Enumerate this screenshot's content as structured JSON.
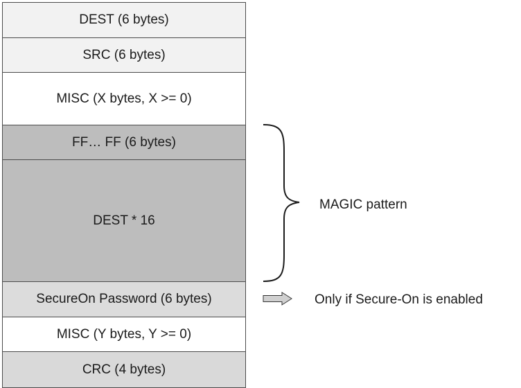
{
  "fields": [
    {
      "label": "DEST (6 bytes)"
    },
    {
      "label": "SRC (6 bytes)"
    },
    {
      "label": "MISC (X bytes, X >= 0)"
    },
    {
      "label": "FF… FF (6 bytes)"
    },
    {
      "label": "DEST * 16"
    },
    {
      "label": "SecureOn Password (6 bytes)"
    },
    {
      "label": "MISC (Y bytes, Y >= 0)"
    },
    {
      "label": "CRC (4 bytes)"
    }
  ],
  "annotations": {
    "magic": "MAGIC pattern",
    "secure_on": "Only if Secure-On is enabled"
  },
  "colors": {
    "light_gray": "#f2f2f2",
    "mid_gray": "#bdbdbd",
    "pale_gray": "#dcdcdc",
    "white": "#ffffff",
    "border": "#4a4a4a"
  }
}
